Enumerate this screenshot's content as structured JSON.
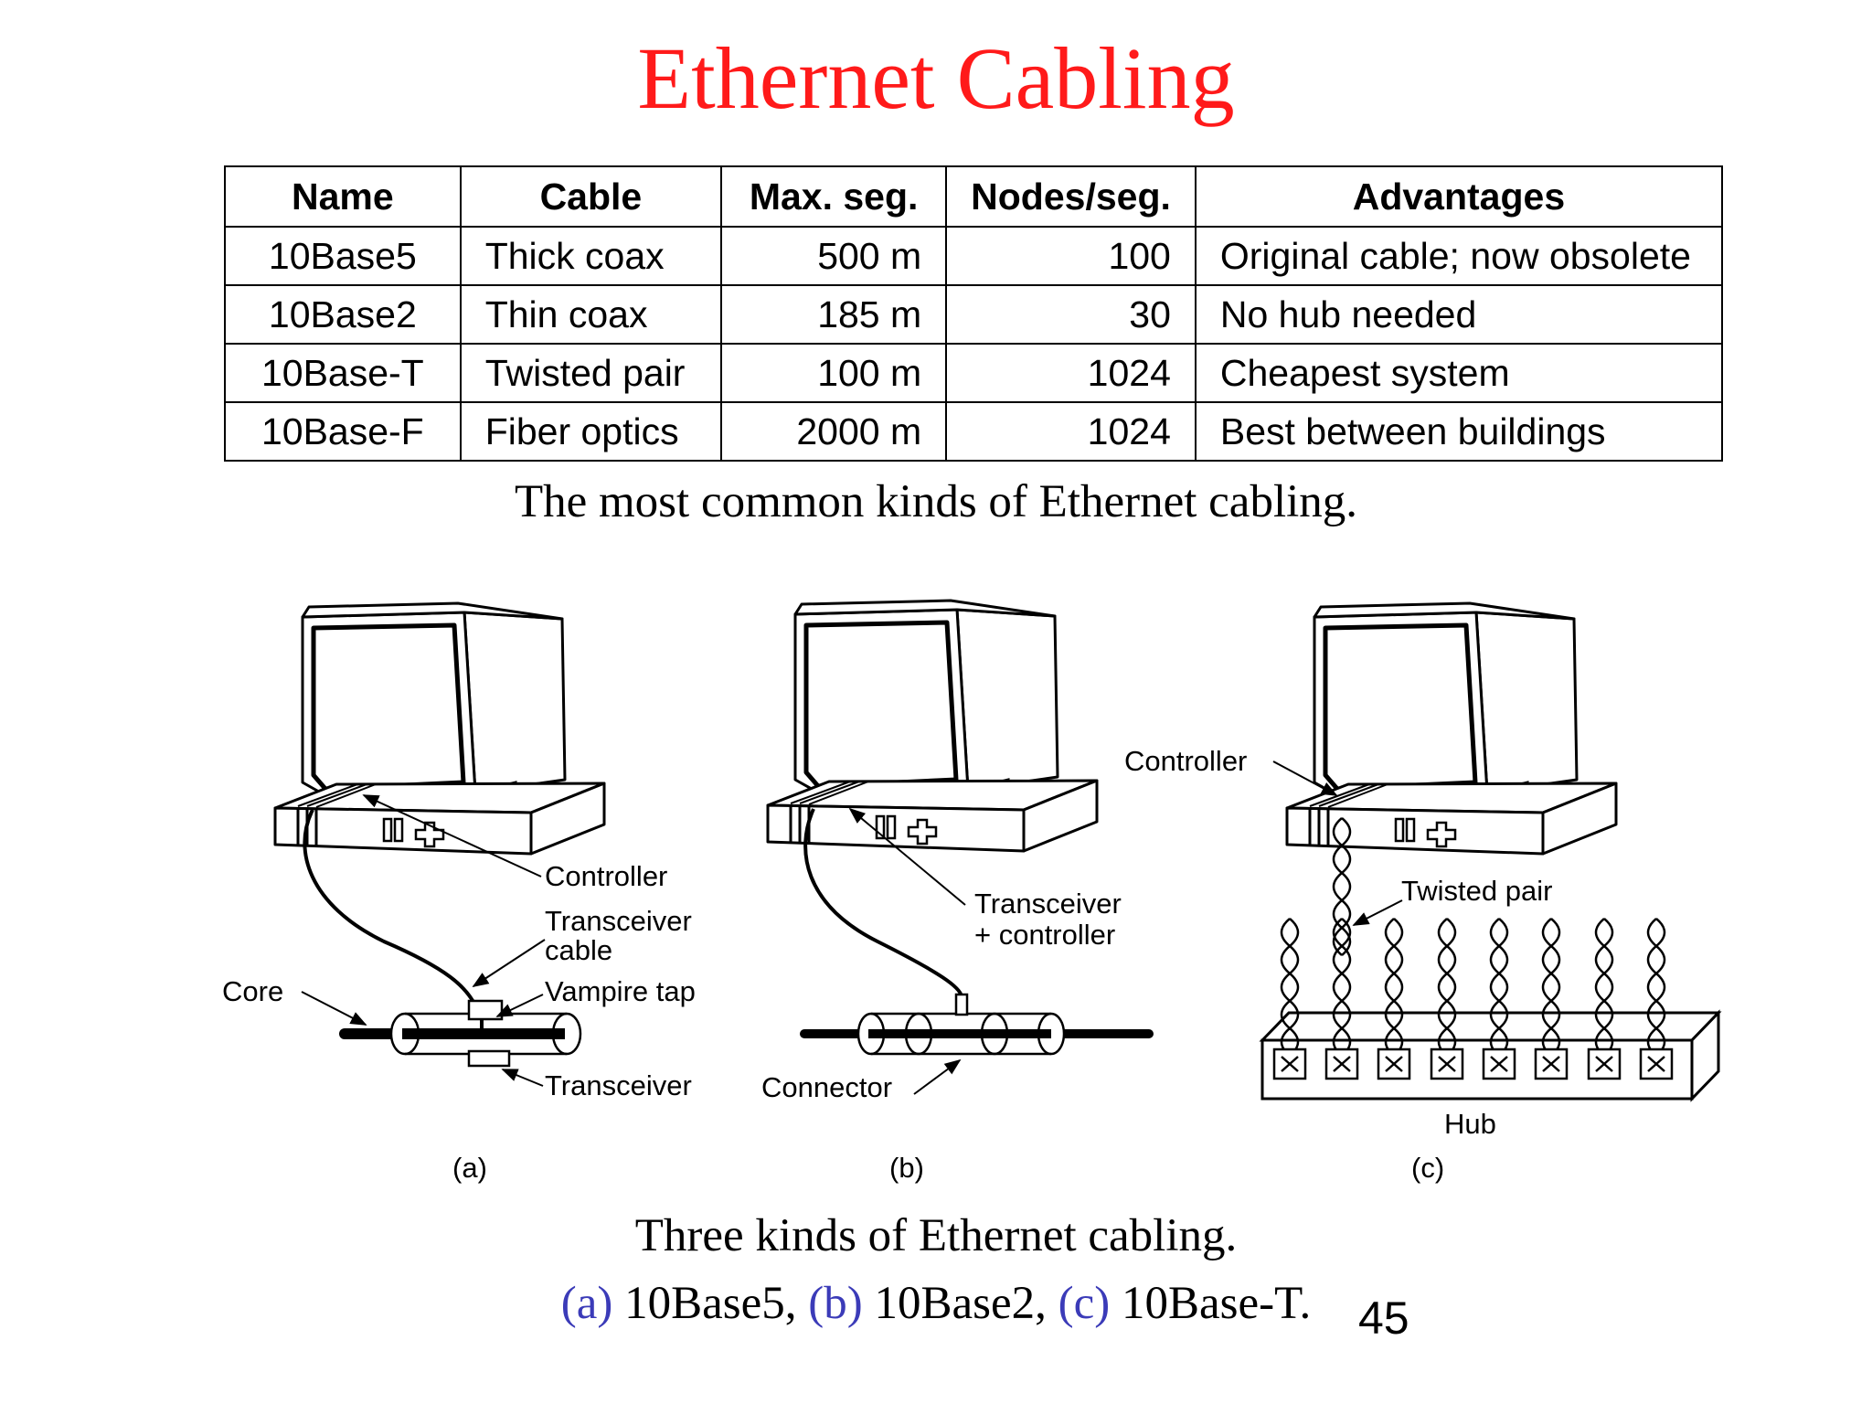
{
  "title": "Ethernet Cabling",
  "table": {
    "headers": [
      "Name",
      "Cable",
      "Max. seg.",
      "Nodes/seg.",
      "Advantages"
    ],
    "rows": [
      [
        "10Base5",
        "Thick coax",
        "500 m",
        "100",
        "Original cable; now obsolete"
      ],
      [
        "10Base2",
        "Thin coax",
        "185 m",
        "30",
        "No hub needed"
      ],
      [
        "10Base-T",
        "Twisted pair",
        "100 m",
        "1024",
        "Cheapest system"
      ],
      [
        "10Base-F",
        "Fiber optics",
        "2000 m",
        "1024",
        "Best between buildings"
      ]
    ]
  },
  "table_caption": "The most common kinds of Ethernet cabling.",
  "figure": {
    "a": {
      "label": "(a)",
      "controller": "Controller",
      "transceiver_cable_1": "Transceiver",
      "transceiver_cable_2": "cable",
      "vampire_tap": "Vampire tap",
      "core": "Core",
      "transceiver": "Transceiver"
    },
    "b": {
      "label": "(b)",
      "transceiver_controller_1": "Transceiver",
      "transceiver_controller_2": "+ controller",
      "connector": "Connector"
    },
    "c": {
      "label": "(c)",
      "controller": "Controller",
      "twisted_pair": "Twisted pair",
      "hub": "Hub"
    }
  },
  "figure_caption": {
    "line1": "Three kinds of Ethernet cabling.",
    "a": "(a)",
    "a_text": " 10Base5, ",
    "b": "(b)",
    "b_text": " 10Base2, ",
    "c": "(c)",
    "c_text": " 10Base-T."
  },
  "page_number": "45",
  "colors": {
    "title": "#ff1a1a",
    "caption_letters": "#3b3bb8"
  }
}
